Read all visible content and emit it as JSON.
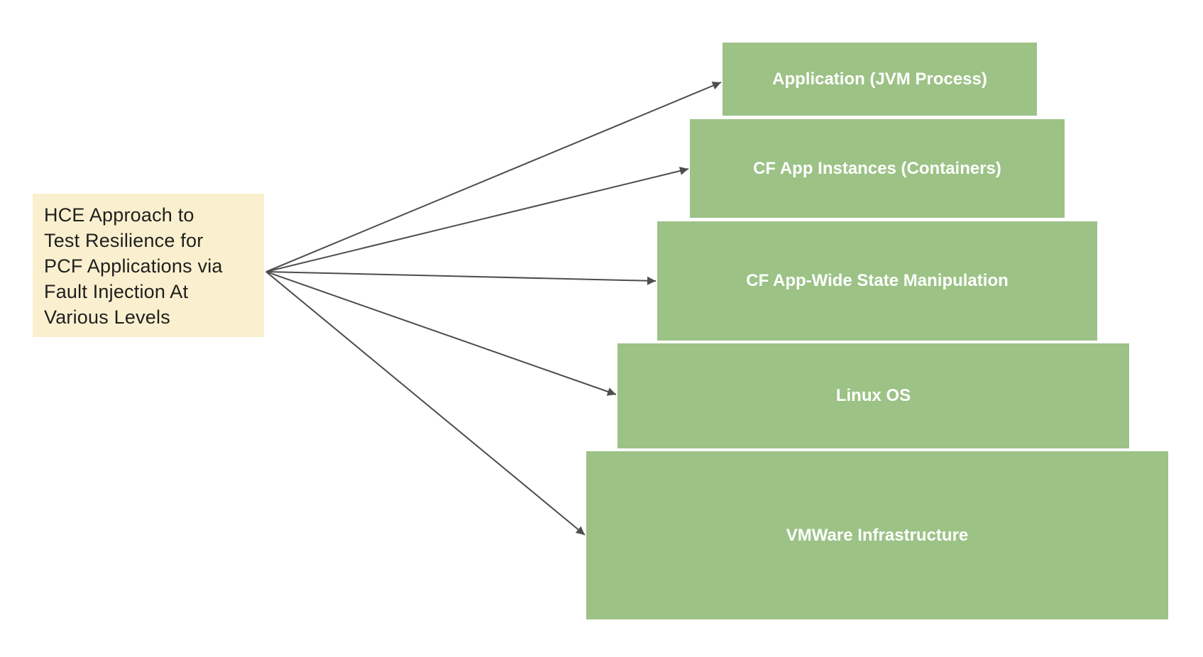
{
  "note": {
    "lines": [
      "HCE Approach to",
      "Test Resilience for",
      "PCF Applications via",
      "Fault Injection At",
      "Various Levels"
    ]
  },
  "levels": [
    {
      "label": "Application (JVM Process)"
    },
    {
      "label": "CF App Instances (Containers)"
    },
    {
      "label": "CF App-Wide State Manipulation"
    },
    {
      "label": "Linux OS"
    },
    {
      "label": "VMWare Infrastructure"
    }
  ],
  "colors": {
    "background": "#ffffff",
    "note_fill": "#faf0cf",
    "note_text": "#1f1f1f",
    "level_fill": "#9cc286",
    "level_text": "#ffffff",
    "arrow": "#4d4d4d"
  }
}
